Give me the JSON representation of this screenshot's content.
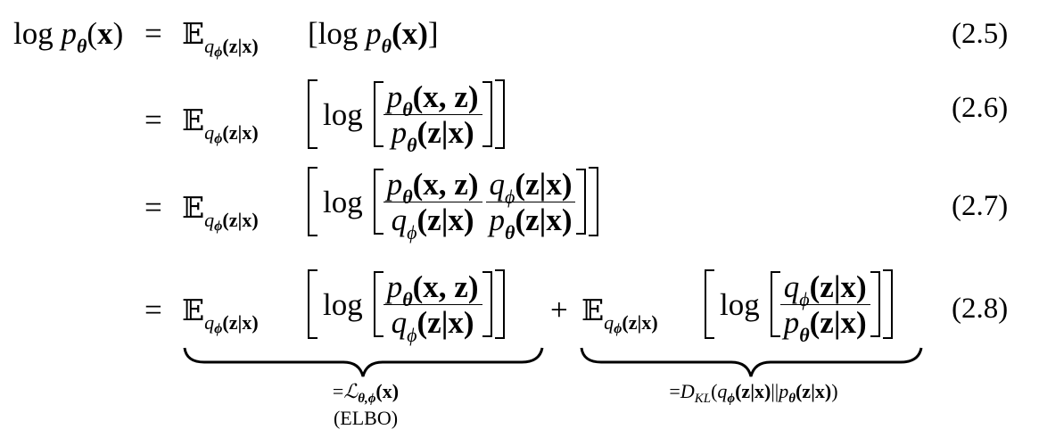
{
  "equations": [
    {
      "number": "(2.5)",
      "lhs": {
        "log": "log",
        "p": "p",
        "theta": "θ",
        "open": "(",
        "x": "x",
        "close": ")"
      },
      "eq": "=",
      "expectation": {
        "E": "𝔼",
        "q": "q",
        "phi": "ϕ",
        "arg": "(z|x)"
      },
      "body": {
        "open": "[",
        "log": "log",
        "p": "p",
        "theta": "θ",
        "arg": "(x)",
        "close": "]"
      }
    },
    {
      "number": "(2.6)",
      "eq": "=",
      "expectation": {
        "E": "𝔼",
        "q": "q",
        "phi": "ϕ",
        "arg": "(z|x)"
      },
      "body": {
        "log": "log",
        "fraction": {
          "num_p": "p",
          "num_theta": "θ",
          "num_arg": "(x, z)",
          "den_p": "p",
          "den_theta": "θ",
          "den_arg": "(z|x)"
        }
      }
    },
    {
      "number": "(2.7)",
      "eq": "=",
      "expectation": {
        "E": "𝔼",
        "q": "q",
        "phi": "ϕ",
        "arg": "(z|x)"
      },
      "body": {
        "log": "log",
        "fraction1": {
          "num_p": "p",
          "num_theta": "θ",
          "num_arg": "(x, z)",
          "den_q": "q",
          "den_phi": "ϕ",
          "den_arg": "(z|x)"
        },
        "fraction2": {
          "num_q": "q",
          "num_phi": "ϕ",
          "num_arg": "(z|x)",
          "den_p": "p",
          "den_theta": "θ",
          "den_arg": "(z|x)"
        }
      }
    },
    {
      "number": "(2.8)",
      "eq": "=",
      "term1": {
        "expectation": {
          "E": "𝔼",
          "q": "q",
          "phi": "ϕ",
          "arg": "(z|x)"
        },
        "log": "log",
        "fraction": {
          "num_p": "p",
          "num_theta": "θ",
          "num_arg": "(x, z)",
          "den_q": "q",
          "den_phi": "ϕ",
          "den_arg": "(z|x)"
        },
        "underbrace_label": {
          "eq": "=",
          "L": "ℒ",
          "sub": "θ,ϕ",
          "arg": "(x)"
        },
        "underbrace_note": "(ELBO)"
      },
      "plus": "+",
      "term2": {
        "expectation": {
          "E": "𝔼",
          "q": "q",
          "phi": "ϕ",
          "arg": "(z|x)"
        },
        "log": "log",
        "fraction": {
          "num_q": "q",
          "num_phi": "ϕ",
          "num_arg": "(z|x)",
          "den_p": "p",
          "den_theta": "θ",
          "den_arg": "(z|x)"
        },
        "underbrace_label": {
          "eq": "=",
          "D": "D",
          "sub": "KL",
          "arg_open": "(",
          "q": "q",
          "phi": "ϕ",
          "qarg": "(z|x)",
          "sep": "||",
          "p": "p",
          "theta": "θ",
          "parg": "(z|x)",
          "arg_close": ")"
        }
      }
    }
  ]
}
